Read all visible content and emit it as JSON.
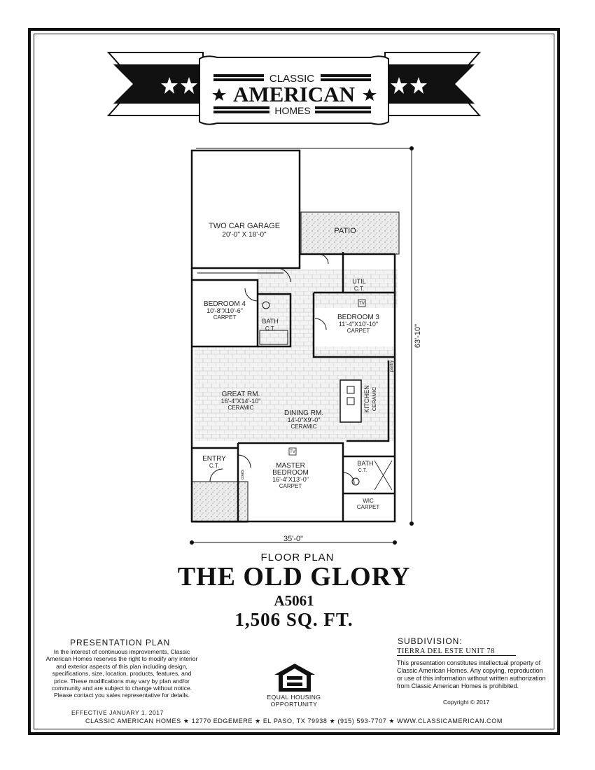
{
  "logo": {
    "line1": "CLASSIC",
    "line2": "AMERICAN",
    "line3": "HOMES"
  },
  "plan": {
    "rooms": {
      "garage": "TWO CAR GARAGE",
      "garage_dim": "20'-0\" X 18'-0\"",
      "patio": "PATIO",
      "util": "UTIL",
      "util_sub": "C.T.",
      "bedroom4": "BEDROOM 4",
      "bedroom4_dim": "10'-8\"X10'-6\"",
      "bedroom4_floor": "CARPET",
      "bath_hall": "BATH",
      "bath_hall_sub": "C.T.",
      "bedroom3": "BEDROOM 3",
      "bedroom3_dim": "11'-4\"X10'-10\"",
      "bedroom3_floor": "CARPET",
      "great": "GREAT RM.",
      "great_dim": "16'-4\"X14'-10\"",
      "great_floor": "CERAMIC",
      "dining": "DINING RM.",
      "dining_dim": "14'-0\"X9'-0\"",
      "dining_floor": "CERAMIC",
      "kitchen": "KITCHEN",
      "kitchen_floor": "CERAMIC",
      "pantry": "pantry",
      "entry": "ENTRY",
      "entry_sub": "C.T.",
      "coats": "coats",
      "master1": "MASTER",
      "master2": "BEDROOM",
      "master_dim": "16'-4\"X13'-0\"",
      "master_floor": "CARPET",
      "master_bath": "BATH",
      "master_bath_sub": "C.T.",
      "wic": "WIC",
      "wic_floor": "CARPET",
      "tv": "TV"
    },
    "dimensions": {
      "depth": "63'-10\"",
      "width": "35'-0\""
    }
  },
  "header": {
    "subtitle": "FLOOR PLAN",
    "title": "THE OLD GLORY",
    "plan_code": "A5061",
    "square_feet": "1,506 SQ. FT."
  },
  "presentation": {
    "title": "PRESENTATION PLAN",
    "body": "In the interest of continuous improvements, Classic American Homes reserves the right to modify any interior and exterior aspects of this plan including design, specifications, size, location, products, features, and price. These modifications may vary by plan and/or community and are subject to change without notice. Please contact you sales representative for details.",
    "effective": "EFFECTIVE JANUARY 1, 2017"
  },
  "equal_housing": {
    "line1": "EQUAL HOUSING",
    "line2": "OPPORTUNITY",
    "icon": "equal-housing-icon"
  },
  "subdivision": {
    "label": "SUBDIVISION:",
    "value": "TIERRA DEL ESTE UNIT 78",
    "legal": "This presentation constitutes intellectual property of Classic American Homes. Any copying, reproduction or use of this information without written authorization from Classic American Homes is prohibited.",
    "copyright": "Copyright © 2017"
  },
  "footer": "CLASSIC AMERICAN HOMES ★ 12770 EDGEMERE ★ EL PASO, TX 79938 ★ (915) 593-7707 ★ WWW.CLASSICAMERICAN.COM"
}
